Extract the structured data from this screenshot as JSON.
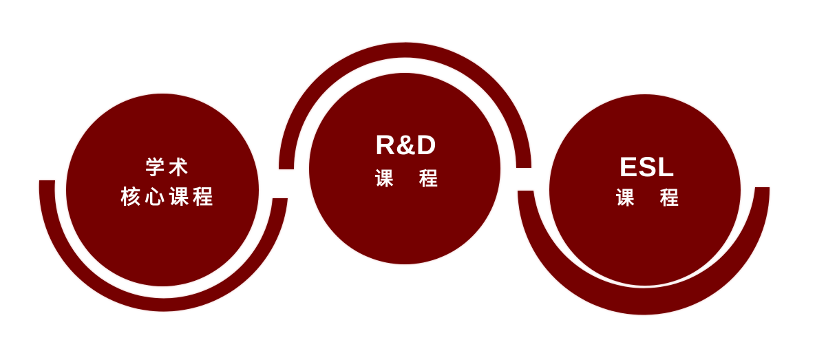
{
  "diagram": {
    "accent_color": "#740000",
    "background_color": "#ffffff",
    "nodes": [
      {
        "id": "academic-core",
        "lines": [
          "学术",
          "核心课程"
        ],
        "arc_position": "bottom"
      },
      {
        "id": "r-and-d",
        "lines": [
          "R&D",
          "课 程"
        ],
        "arc_position": "top"
      },
      {
        "id": "esl",
        "lines": [
          "ESL",
          "课 程"
        ],
        "arc_position": "bottom"
      }
    ]
  }
}
